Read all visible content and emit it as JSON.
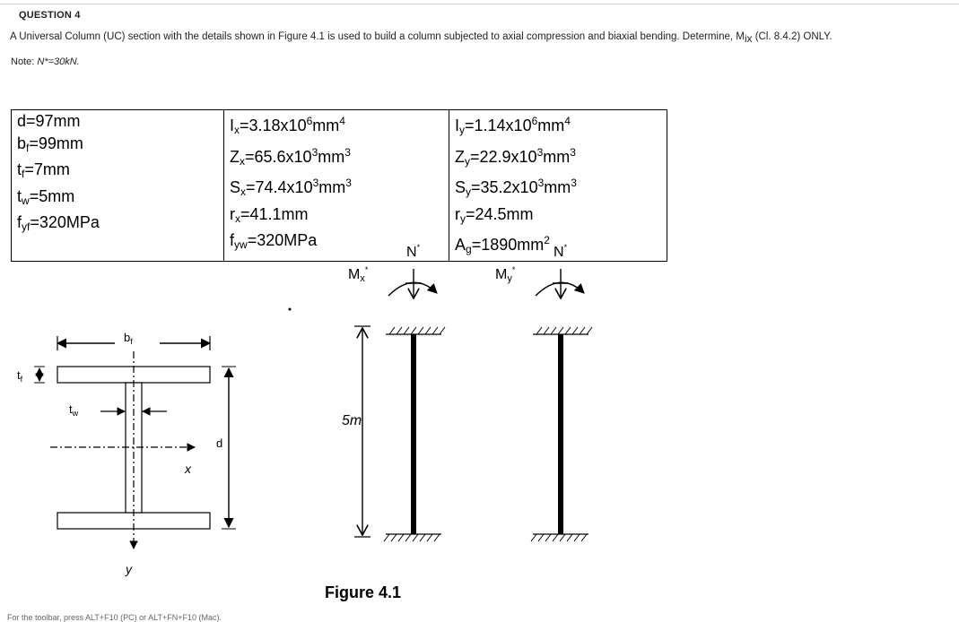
{
  "question": {
    "title": "QUESTION 4",
    "text": "A Universal Column (UC) section with the details shown in Figure 4.1 is used to build a column subjected to axial compression and biaxial bending. Determine, M",
    "text_sub": "ix",
    "text_end": " (Cl. 8.4.2) ONLY.",
    "note_label": "Note: ",
    "note_value": "N*=30kN."
  },
  "table": {
    "col1": [
      {
        "a": "d=97mm"
      },
      {
        "a": "b",
        "s": "f",
        "b": "=99mm"
      },
      {
        "a": "t",
        "s": "f",
        "b": "=7mm"
      },
      {
        "a": "t",
        "s": "w",
        "b": "=5mm"
      },
      {
        "a": "f",
        "s": "yf",
        "b": "=320MPa"
      }
    ],
    "col2": [
      {
        "a": "I",
        "s": "x",
        "b": "=3.18x10",
        "p": "6",
        "c": "mm",
        "q": "4"
      },
      {
        "a": "Z",
        "s": "x",
        "b": "=65.6x10",
        "p": "3",
        "c": "mm",
        "q": "3"
      },
      {
        "a": "S",
        "s": "x",
        "b": "=74.4x10",
        "p": "3",
        "c": "mm",
        "q": "3"
      },
      {
        "a": "r",
        "s": "x",
        "b": "=41.1mm"
      },
      {
        "a": "f",
        "s": "yw",
        "b": "=320MPa"
      }
    ],
    "col3": [
      {
        "a": "I",
        "s": "y",
        "b": "=1.14x10",
        "p": "6",
        "c": "mm",
        "q": "4"
      },
      {
        "a": "Z",
        "s": "y",
        "b": "=22.9x10",
        "p": "3",
        "c": "mm",
        "q": "3"
      },
      {
        "a": "S",
        "s": "y",
        "b": "=35.2x10",
        "p": "3",
        "c": "mm",
        "q": "3"
      },
      {
        "a": "r",
        "s": "y",
        "b": "=24.5mm"
      },
      {
        "a": "A",
        "s": "g",
        "b": "=1890mm",
        "q": "2"
      }
    ]
  },
  "figure": {
    "caption": "Figure 4.1",
    "label_bf": "b",
    "label_bf_sub": "f",
    "label_tf": "t",
    "label_tf_sub": "f",
    "label_tw": "t",
    "label_tw_sub": "w",
    "label_d": "d",
    "label_x": "x",
    "label_y": "y",
    "label_mx": "M",
    "label_mx_sub": "x",
    "label_my": "M",
    "label_my_sub": "y",
    "label_n1": "N",
    "label_n2": "N",
    "label_star": "*",
    "label_length": "5m"
  },
  "footer": "For the toolbar, press ALT+F10 (PC) or ALT+FN+F10 (Mac)."
}
